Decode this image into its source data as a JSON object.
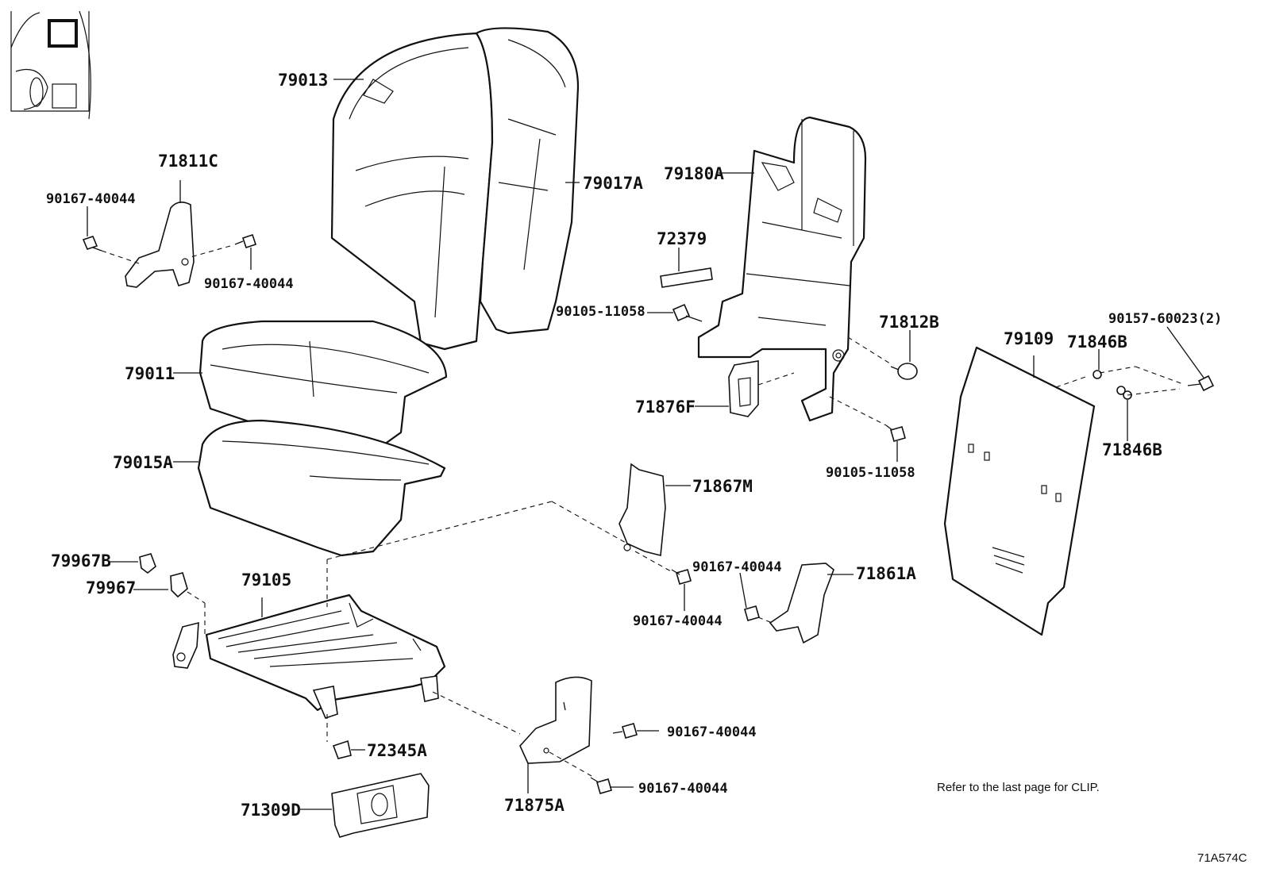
{
  "diagram": {
    "callouts": {
      "p79013": "79013",
      "p79017A": "79017A",
      "p71811C": "71811C",
      "p90167_a": "90167-40044",
      "p90167_b": "90167-40044",
      "p79011": "79011",
      "p79015A": "79015A",
      "p79180A": "79180A",
      "p72379": "72379",
      "p90105_a": "90105-11058",
      "p71812B": "71812B",
      "p71876F": "71876F",
      "p90105_b": "90105-11058",
      "p79109": "79109",
      "p71846B_a": "71846B",
      "p90157": "90157-60023(2)",
      "p71846B_b": "71846B",
      "p71867M": "71867M",
      "p90167_c": "90167-40044",
      "p90167_d": "90167-40044",
      "p71861A": "71861A",
      "p79967B": "79967B",
      "p79967": "79967",
      "p79105": "79105",
      "p72345A": "72345A",
      "p71309D": "71309D",
      "p90167_e": "90167-40044",
      "p90167_f": "90167-40044",
      "p71875A": "71875A"
    },
    "note": "Refer to the last page for CLIP.",
    "figure_id": "71A574C"
  }
}
